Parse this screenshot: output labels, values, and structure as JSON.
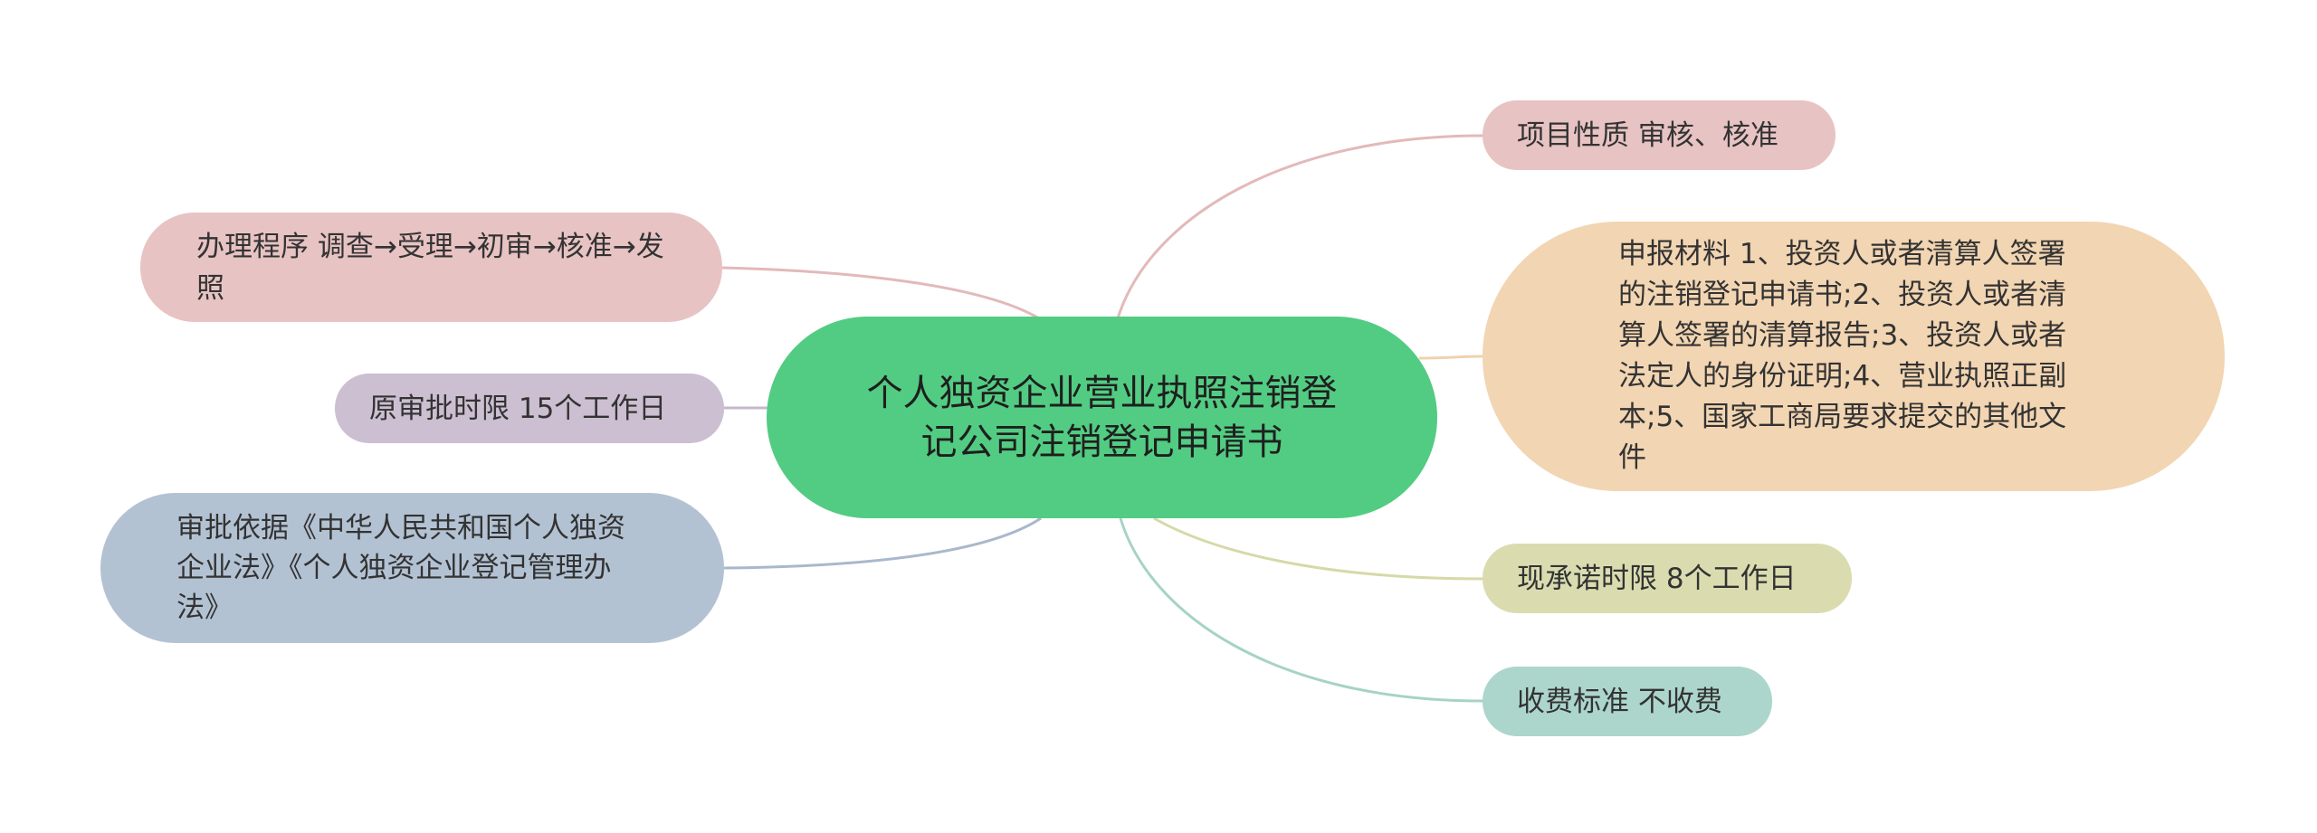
{
  "mindmap": {
    "center": {
      "text": "个人独资企业营业执照注销登记公司注销登记申请书",
      "color": "#52cc82"
    },
    "branches": [
      {
        "id": "nature",
        "text": "项目性质 审核、核准",
        "color": "#e8c3c3",
        "line_color": "#e3b9b9",
        "side": "right"
      },
      {
        "id": "materials",
        "text": "申报材料 1、投资人或者清算人签署的注销登记申请书;2、投资人或者清算人签署的清算报告;3、投资人或者法定人的身份证明;4、营业执照正副本;5、国家工商局要求提交的其他文件",
        "color": "#f2d5b2",
        "line_color": "#f0d2ad",
        "side": "right"
      },
      {
        "id": "promise_limit",
        "text": "现承诺时限 8个工作日",
        "color": "#dadcb0",
        "line_color": "#d6d9a8",
        "side": "right"
      },
      {
        "id": "fee",
        "text": "收费标准 不收费",
        "color": "#acd6cb",
        "line_color": "#a6d3c6",
        "side": "right"
      },
      {
        "id": "procedure",
        "text": "办理程序 调查→受理→初审→核准→发照",
        "color": "#e8c3c3",
        "line_color": "#e3b9b9",
        "side": "left"
      },
      {
        "id": "original_limit",
        "text": "原审批时限 15个工作日",
        "color": "#ccbfd1",
        "line_color": "#c6b8cc",
        "side": "left"
      },
      {
        "id": "basis",
        "text": "审批依据《中华人民共和国个人独资企业法》《个人独资企业登记管理办法》",
        "color": "#b3c2d3",
        "line_color": "#a9b8cc",
        "side": "left"
      }
    ]
  }
}
